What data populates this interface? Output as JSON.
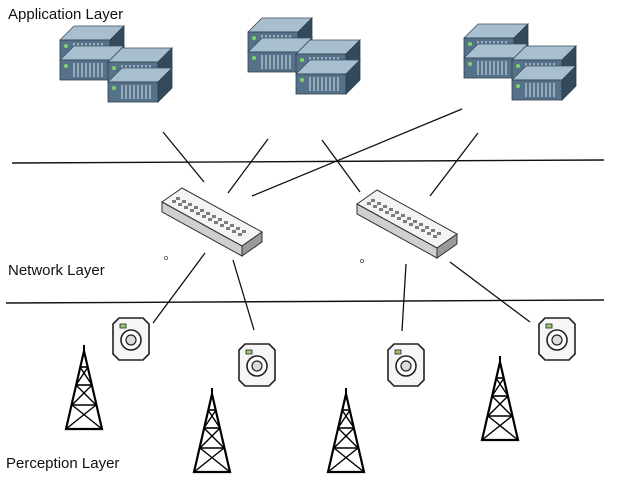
{
  "layers": {
    "application": "Application Layer",
    "network": "Network Layer",
    "perception": "Perception Layer"
  },
  "colors": {
    "server_top": "#8ea8bc",
    "server_front": "#4f6a80",
    "server_side": "#2e4455",
    "switch_top": "#f2f2f2",
    "switch_side": "#c8c8c8",
    "line": "#111111"
  },
  "icons": {
    "server": "server-rack-icon",
    "switch": "network-switch-icon",
    "camera": "camera-icon",
    "tower": "antenna-tower-icon"
  }
}
